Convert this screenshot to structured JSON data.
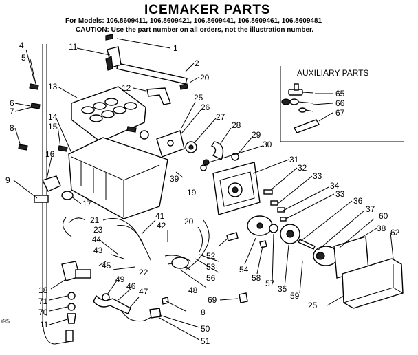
{
  "title": "ICEMAKER PARTS",
  "models_line": "For Models: 106.8609411, 106.8609421, 106.8609441, 106.8609461, 106.8609481",
  "caution_line": "CAUTION: Use the part number on all orders, not the illustration number.",
  "auxiliary_title": "AUXILIARY PARTS",
  "corner_mark": "i95",
  "callouts": {
    "c1": "1",
    "c2": "2",
    "c3": "20",
    "c4": "11",
    "c5": "12",
    "c6": "4",
    "c7": "5",
    "c8": "13",
    "c9": "25",
    "c10": "26",
    "c11": "27",
    "c12": "28",
    "c13": "29",
    "c14": "30",
    "c15": "6",
    "c16": "7",
    "c17": "8",
    "c18": "14",
    "c19": "15",
    "c20": "16",
    "c21": "39",
    "c22": "19",
    "c23": "31",
    "c24": "32",
    "c25": "33",
    "c26": "34",
    "c27": "33",
    "c28": "36",
    "c29": "37",
    "c30": "60",
    "c31": "38",
    "c32": "62",
    "c33": "9",
    "c34": "17",
    "c35": "21",
    "c36": "41",
    "c37": "42",
    "c38": "20",
    "c39": "23",
    "c40": "44",
    "c41": "43",
    "c42": "45",
    "c43": "22",
    "c44": "52",
    "c45": "53",
    "c46": "56",
    "c47": "48",
    "c48": "54",
    "c49": "58",
    "c50": "57",
    "c51": "35",
    "c52": "59",
    "c53": "18",
    "c54": "71",
    "c55": "70",
    "c56": "11",
    "c57": "49",
    "c58": "46",
    "c59": "47",
    "c60": "8",
    "c61": "69",
    "c62": "50",
    "c63": "51",
    "c64": "25",
    "c65": "65",
    "c66": "66",
    "c67": "67"
  }
}
